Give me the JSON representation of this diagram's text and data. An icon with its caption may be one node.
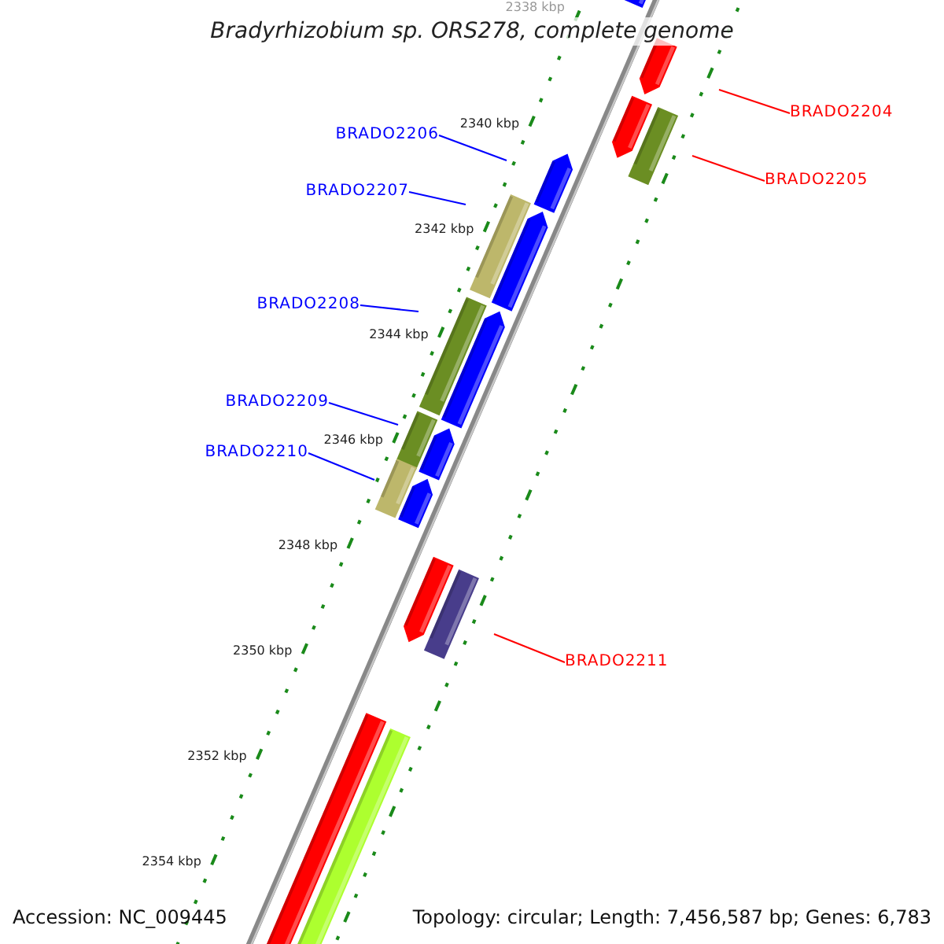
{
  "diagram": {
    "title": "Bradyrhizobium sp. ORS278, complete genome",
    "nodes": [
      {
        "text": [
          "BRADO2204"
        ]
      },
      {
        "text": [
          "BRADO2205"
        ]
      },
      {
        "text": [
          "BRADO2206"
        ]
      },
      {
        "text": [
          "BRADO2207"
        ]
      },
      {
        "text": [
          "BRADO2208"
        ]
      },
      {
        "text": [
          "BRADO2209"
        ]
      },
      {
        "text": [
          "BRADO2210"
        ]
      },
      {
        "text": [
          "BRADO2211"
        ]
      }
    ],
    "edges": [
      {
        "from": 0,
        "to": null,
        "arrow": "none",
        "color": "#ff0000"
      },
      {
        "from": 1,
        "to": null,
        "arrow": "none",
        "color": "#ff0000"
      },
      {
        "from": 2,
        "to": null,
        "arrow": "none"
      },
      {
        "from": 3,
        "to": null,
        "arrow": "none"
      },
      {
        "from": 4,
        "to": null,
        "arrow": "none"
      },
      {
        "from": 5,
        "to": null,
        "arrow": "none"
      },
      {
        "from": 6,
        "to": null,
        "arrow": "none"
      },
      {
        "from": 7,
        "to": null,
        "arrow": "none",
        "color": "#ff0000"
      }
    ],
    "labels": [
      "2338 kbp",
      "2340 kbp",
      "2342 kbp",
      "2344 kbp",
      "2346 kbp",
      "2348 kbp",
      "2350 kbp",
      "2352 kbp",
      "2354 kbp",
      "Accession: NC_009445",
      "Topology: circular; Length: 7,456,587 bp; Genes: 6,783"
    ]
  }
}
